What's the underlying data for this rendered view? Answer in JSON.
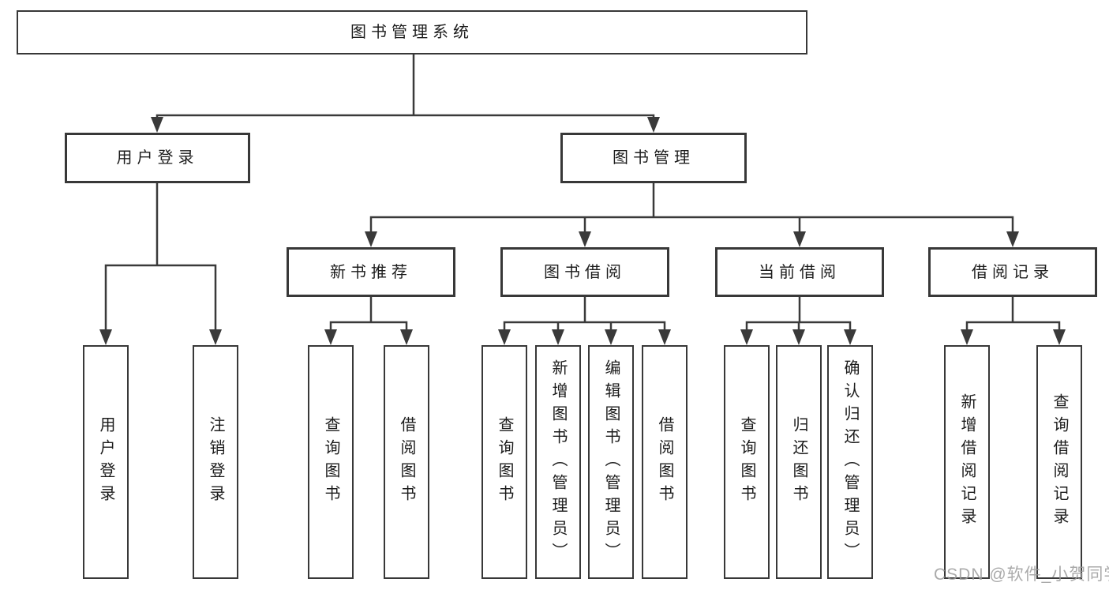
{
  "tree": {
    "root": {
      "label": "图书管理系统",
      "children": [
        {
          "label": "用户登录",
          "children": [
            {
              "label": "用户登录"
            },
            {
              "label": "注销登录"
            }
          ]
        },
        {
          "label": "图书管理",
          "children": [
            {
              "label": "新书推荐",
              "children": [
                {
                  "label": "查询图书"
                },
                {
                  "label": "借阅图书"
                }
              ]
            },
            {
              "label": "图书借阅",
              "children": [
                {
                  "label": "查询图书"
                },
                {
                  "label": "新增图书（管理员）"
                },
                {
                  "label": "编辑图书（管理员）"
                },
                {
                  "label": "借阅图书"
                }
              ]
            },
            {
              "label": "当前借阅",
              "children": [
                {
                  "label": "查询图书"
                },
                {
                  "label": "归还图书"
                },
                {
                  "label": "确认归还（管理员）"
                }
              ]
            },
            {
              "label": "借阅记录",
              "children": [
                {
                  "label": "新增借阅记录"
                },
                {
                  "label": "查询借阅记录"
                }
              ]
            }
          ]
        }
      ]
    }
  },
  "watermark": {
    "text": "CSDN @软件_小贺同学"
  },
  "colors": {
    "line": "#3a3a3a",
    "box_border": "#383838",
    "text": "#1c1c1c",
    "watermark": "#9b9b9b",
    "background": "#ffffff"
  }
}
